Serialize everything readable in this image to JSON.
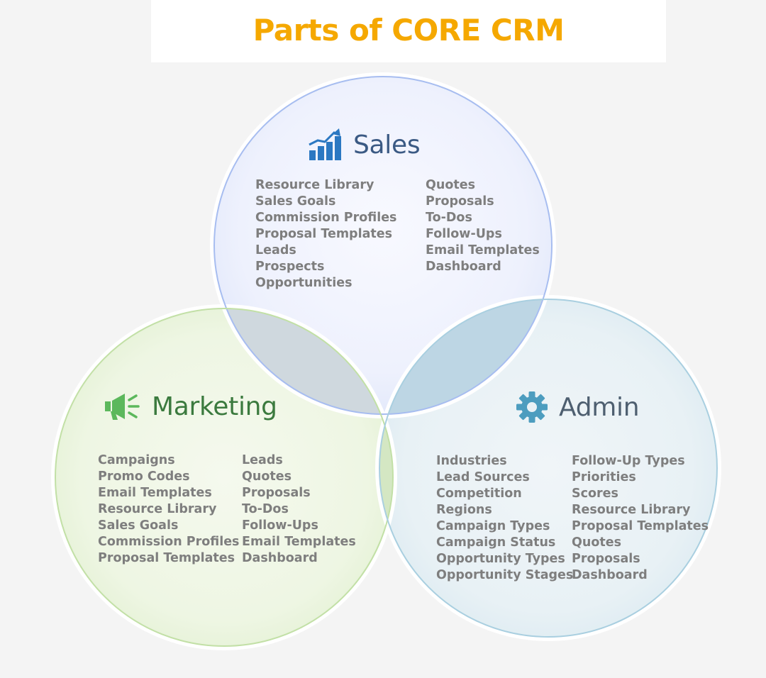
{
  "title": "Parts of CORE CRM",
  "colors": {
    "title": "#f5a800",
    "item_text": "#7e7e7e",
    "sales_heading": "#3b5a84",
    "sales_icon": "#2b78c2",
    "marketing_heading": "#3b7a3e",
    "marketing_icon": "#5cb85c",
    "admin_heading": "#4e5f70",
    "admin_icon": "#4d9dbf"
  },
  "circles": {
    "sales": {
      "heading": "Sales",
      "icon": "bar-chart-trend-icon",
      "items_left": [
        "Resource Library",
        "Sales Goals",
        "Commission Profiles",
        "Proposal Templates",
        "Leads",
        "Prospects",
        "Opportunities"
      ],
      "items_right": [
        "Quotes",
        "Proposals",
        "To-Dos",
        "Follow-Ups",
        "Email Templates",
        "Dashboard"
      ]
    },
    "marketing": {
      "heading": "Marketing",
      "icon": "megaphone-icon",
      "items_left": [
        "Campaigns",
        "Promo Codes",
        "Email Templates",
        "Resource Library",
        "Sales Goals",
        "Commission Profiles",
        "Proposal Templates"
      ],
      "items_right": [
        "Leads",
        "Quotes",
        "Proposals",
        "To-Dos",
        "Follow-Ups",
        "Email Templates",
        "Dashboard"
      ]
    },
    "admin": {
      "heading": "Admin",
      "icon": "gear-icon",
      "items_left": [
        "Industries",
        "Lead Sources",
        "Competition",
        "Regions",
        "Campaign Types",
        "Campaign Status",
        "Opportunity Types",
        "Opportunity Stages"
      ],
      "items_right": [
        "Follow-Up Types",
        "Priorities",
        "Scores",
        "Resource Library",
        "Proposal Templates",
        "Quotes",
        "Proposals",
        "Dashboard"
      ]
    }
  }
}
